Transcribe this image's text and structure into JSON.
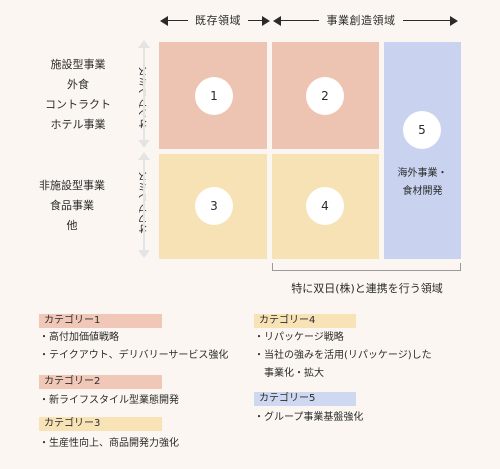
{
  "header": {
    "existing": "既存領域",
    "creation": "事業創造領域"
  },
  "left": {
    "facility": [
      "施設型事業",
      "外食",
      "コントラクト",
      "ホテル事業"
    ],
    "nonfacility": [
      "非施設型事業",
      "食品事業",
      "他"
    ],
    "onpremise_top": "オンプレミス",
    "offpremise_bottom": "オフプレミス"
  },
  "cells": {
    "c1": "1",
    "c2": "2",
    "c3": "3",
    "c4": "4",
    "c5": "5",
    "overseas_line1": "海外事業・",
    "overseas_line2": "食材開発"
  },
  "bracket_label": "特に双日(株)と連携を行う領域",
  "categories": {
    "cat1": {
      "label": "カテゴリー1",
      "items": [
        "・高付加価値戦略",
        "・テイクアウト、デリバリーサービス強化"
      ]
    },
    "cat2": {
      "label": "カテゴリー2",
      "items": [
        "・新ライフスタイル型業態開発"
      ]
    },
    "cat3": {
      "label": "カテゴリー3",
      "items": [
        "・生産性向上、商品開発力強化"
      ]
    },
    "cat4": {
      "label": "カテゴリー4",
      "items": [
        "・リパッケージ戦略",
        "・当社の強みを活用(リパッケージ)した",
        "事業化・拡大"
      ]
    },
    "cat5": {
      "label": "カテゴリー5",
      "items": [
        "・グループ事業基盤強化"
      ]
    }
  },
  "colors": {
    "pink": "#edc4b2",
    "yellow": "#f6e2b4",
    "blue": "#c9d3ef",
    "cat_pink": "#f1c8b8",
    "cat_yellow": "#f8e3b6",
    "cat_blue": "#cfd8f1"
  }
}
